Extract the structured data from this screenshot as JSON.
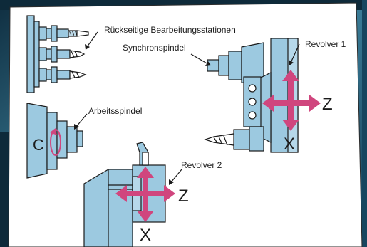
{
  "labels": {
    "rear_stations": "Rückseitige Bearbeitungsstationen",
    "sync_spindle": "Synchronspindel",
    "turret1": "Revolver 1",
    "main_spindle": "Arbeitsspindel",
    "turret2": "Revolver 2",
    "c_axis": "C",
    "z_axis_1": "Z",
    "x_axis_1": "X",
    "z_axis_2": "Z",
    "x_axis_2": "X"
  },
  "colors": {
    "machine_fill": "#9cc9e0",
    "machine_stroke": "#1a1a1a",
    "arrow": "#d0467e",
    "background_frame": "#1b4d69",
    "canvas": "#ffffff"
  },
  "icons": {
    "drill": "drill-tool-icon",
    "arrow": "four-way-arrow-icon",
    "rotation": "rotation-arrow-icon"
  }
}
